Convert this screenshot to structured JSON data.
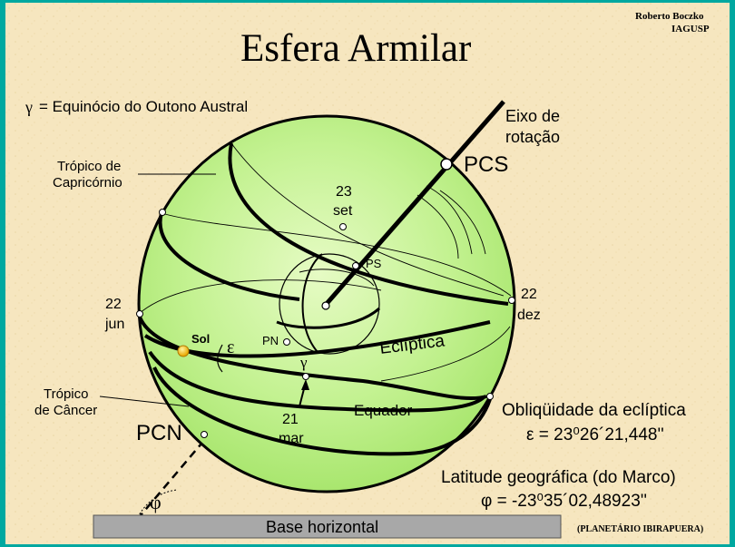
{
  "header": {
    "title": "Esfera Armilar",
    "author": "Roberto Boczko",
    "institution": "IAGUSP"
  },
  "legend": {
    "gamma_symbol": "γ",
    "gamma_text": "= Equinócio do Outono Austral"
  },
  "labels": {
    "axis_line1": "Eixo de",
    "axis_line2": "rotação",
    "pcs": "PCS",
    "pcn": "PCN",
    "tropic_capricorn_line1": "Trópico de",
    "tropic_capricorn_line2": "Capricórnio",
    "tropic_cancer_line1": "Trópico",
    "tropic_cancer_line2": "de Câncer",
    "sep_day": "23",
    "sep_month": "set",
    "jun_day": "22",
    "jun_month": "jun",
    "dec_day": "22",
    "dec_month": "dez",
    "mar_day": "21",
    "mar_month": "mar",
    "ps": "PS",
    "pn": "PN",
    "sol": "Sol",
    "epsilon": "ε",
    "gamma_point": "γ",
    "ecliptic": "Eclíptica",
    "equator": "Equador",
    "phi": "φ"
  },
  "obliquity": {
    "label": "Obliqüidade da eclíptica",
    "value": "ε = 23⁰26´21,448''"
  },
  "latitude": {
    "label": "Latitude geográfica (do Marco)",
    "value": "φ = -23⁰35´02,48923''"
  },
  "footer": {
    "base_label": "Base horizontal",
    "planetarium": "(PLANETÁRIO IBIRAPUERA)"
  },
  "colors": {
    "border": "#00a8a0",
    "paper": "#f6e6bf",
    "sphere": "#b6ef7c",
    "sphere_highlight": "#e6fbc4",
    "base": "#a8a8a8",
    "sun": "#f5c000"
  }
}
